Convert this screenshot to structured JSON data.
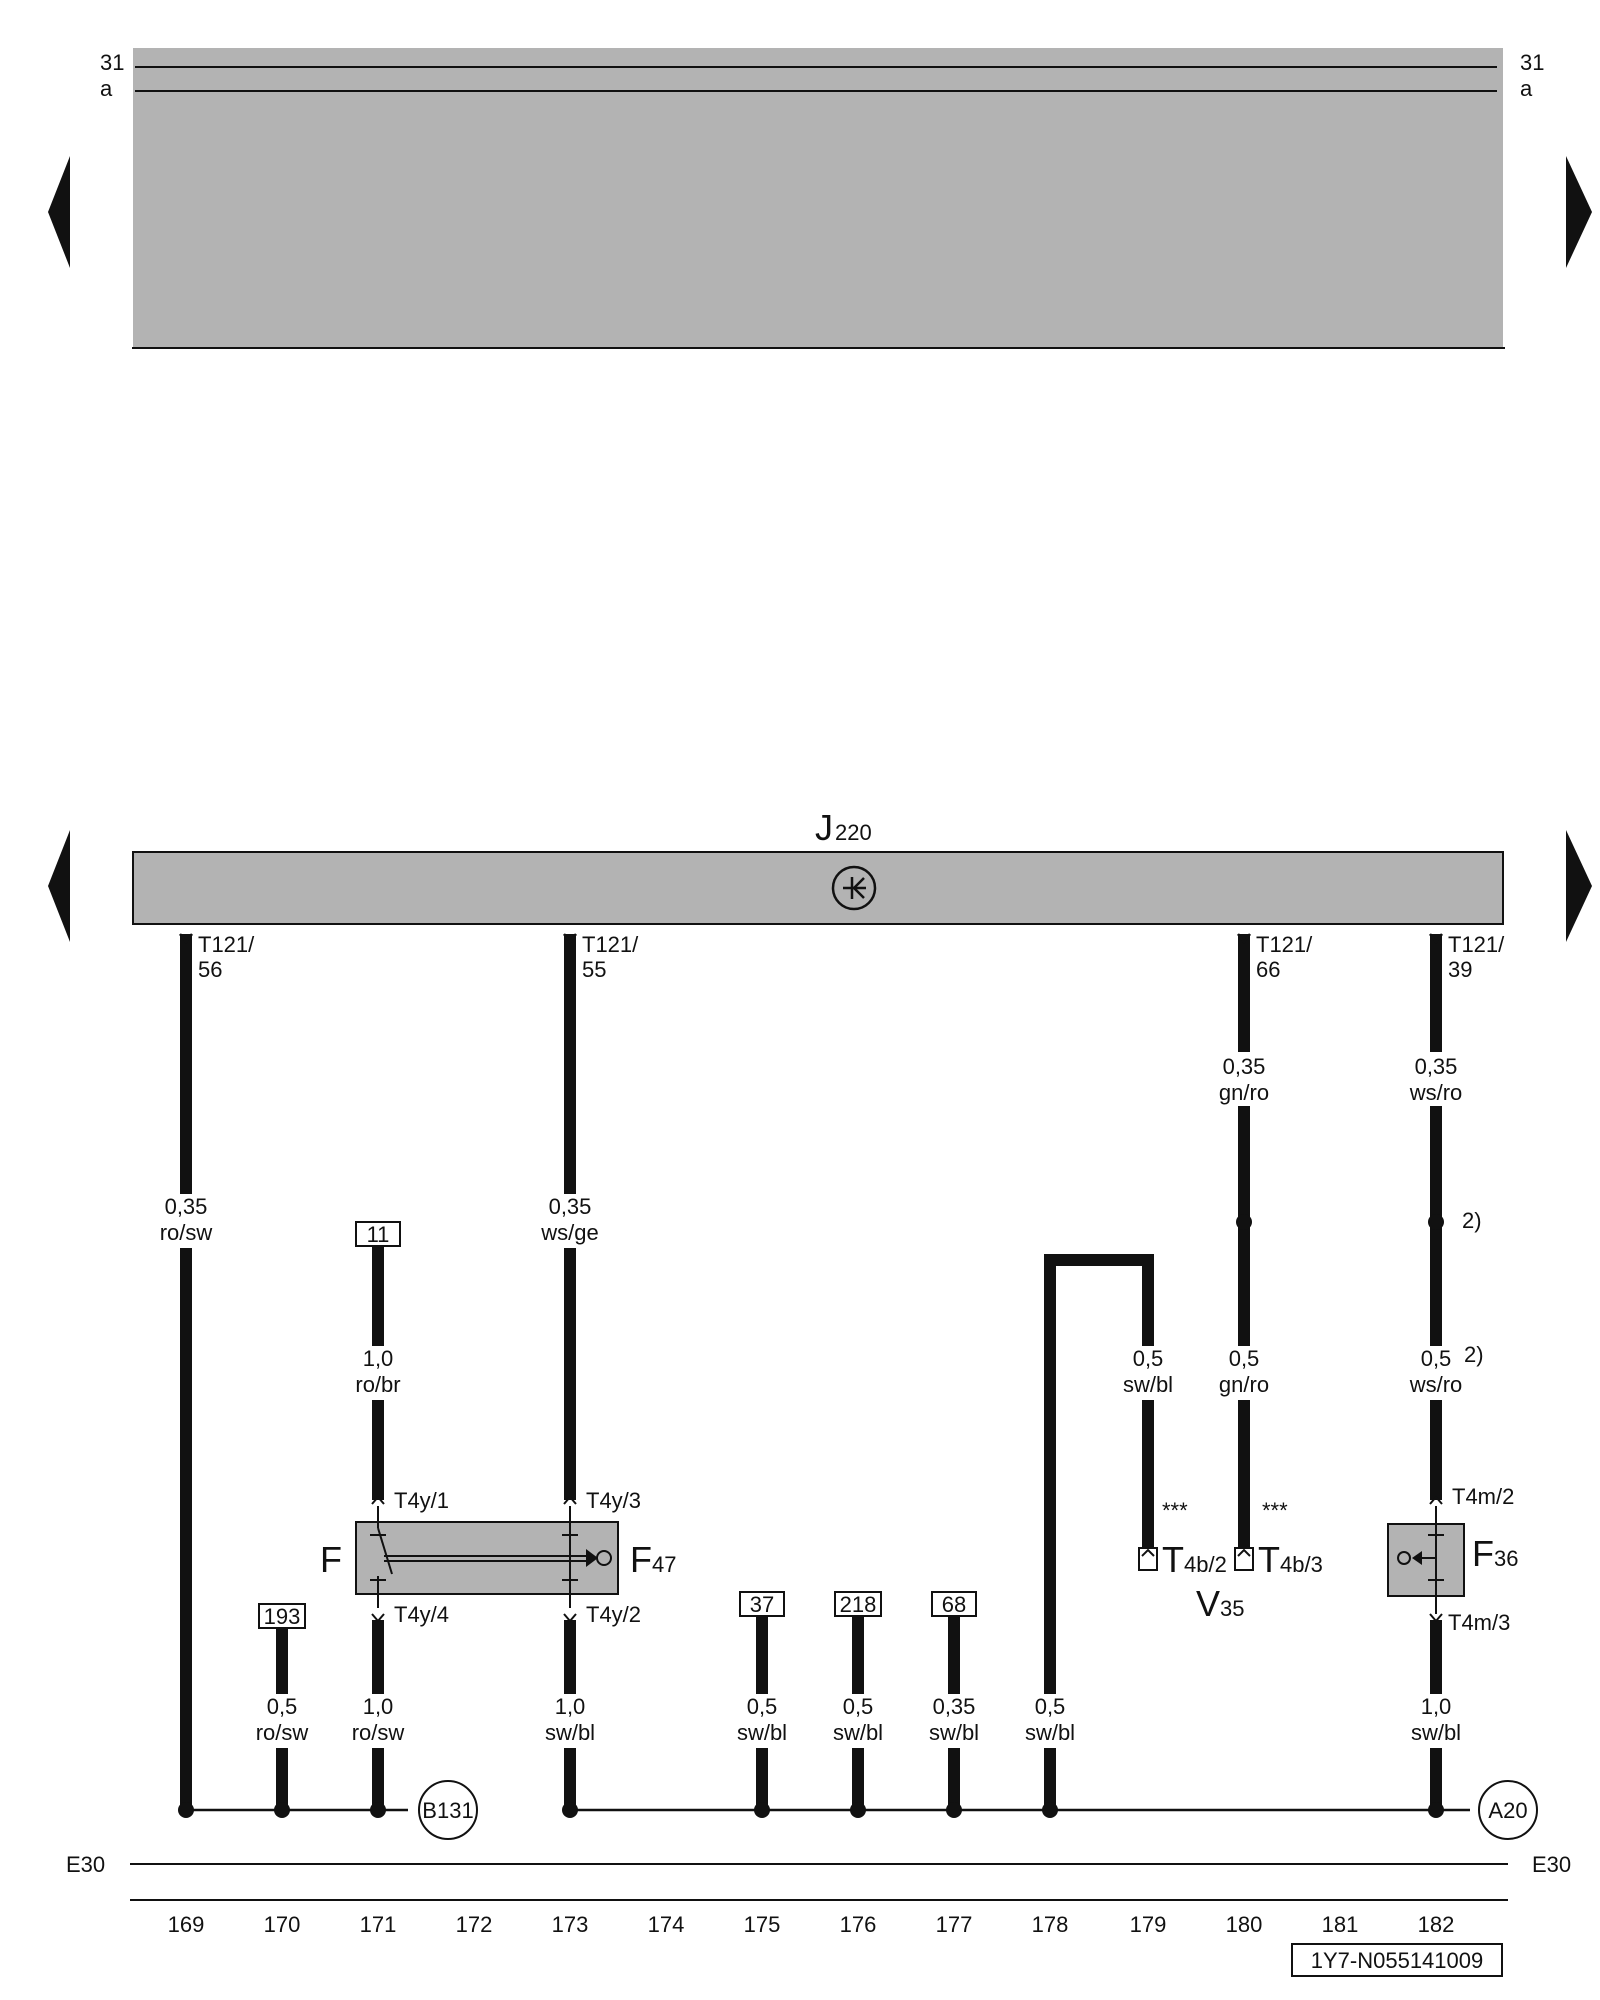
{
  "top_rail": {
    "left_labels": [
      "31",
      "a"
    ],
    "right_labels": [
      "31",
      "a"
    ]
  },
  "unit": {
    "designator": "J",
    "sub": "220"
  },
  "pins_top": [
    {
      "pin": "T121/",
      "num": "56"
    },
    {
      "pin": "T121/",
      "num": "55"
    },
    {
      "pin": "T121/",
      "num": "66"
    },
    {
      "pin": "T121/",
      "num": "39"
    }
  ],
  "wires": {
    "w169_upper": {
      "gauge": "0,35",
      "color": "ro/sw"
    },
    "w173_upper": {
      "gauge": "0,35",
      "color": "ws/ge"
    },
    "w180_upper": {
      "gauge": "0,35",
      "color": "gn/ro"
    },
    "w182_upper": {
      "gauge": "0,35",
      "color": "ws/ro"
    },
    "w171_upper": {
      "gauge": "1,0",
      "color": "ro/br"
    },
    "w179_upper": {
      "gauge": "0,5",
      "color": "sw/bl"
    },
    "w180_mid": {
      "gauge": "0,5",
      "color": "gn/ro"
    },
    "w182_mid": {
      "gauge": "0,5",
      "color": "ws/ro"
    },
    "w170_lower": {
      "gauge": "0,5",
      "color": "ro/sw"
    },
    "w171_lower": {
      "gauge": "1,0",
      "color": "ro/sw"
    },
    "w173_lower": {
      "gauge": "1,0",
      "color": "sw/bl"
    },
    "w175_lower": {
      "gauge": "0,5",
      "color": "sw/bl"
    },
    "w176_lower": {
      "gauge": "0,5",
      "color": "sw/bl"
    },
    "w177_lower": {
      "gauge": "0,35",
      "color": "sw/bl"
    },
    "w178_lower": {
      "gauge": "0,5",
      "color": "sw/bl"
    },
    "w182_lower": {
      "gauge": "1,0",
      "color": "sw/bl"
    }
  },
  "refs": {
    "r11": "11",
    "r193": "193",
    "r37": "37",
    "r218": "218",
    "r68": "68"
  },
  "footnotes": {
    "fn2a": "2)",
    "fn2b": "2)",
    "star1": "***",
    "star2": "***"
  },
  "connectors": {
    "t4y1": "T4y/1",
    "t4y3": "T4y/3",
    "t4y4": "T4y/4",
    "t4y2": "T4y/2",
    "t4m2": "T4m/2",
    "t4m3": "T4m/3",
    "t4b2_main": "T",
    "t4b2_sub": "4b/2",
    "t4b3_main": "T",
    "t4b3_sub": "4b/3"
  },
  "components": {
    "f_label": "F",
    "f47_main": "F",
    "f47_sub": "47",
    "f36_main": "F",
    "f36_sub": "36",
    "v35_main": "V",
    "v35_sub": "35"
  },
  "ground_points": {
    "b131": "B131",
    "a20": "A20"
  },
  "bus": {
    "left": "E30",
    "right": "E30"
  },
  "tracks": [
    "169",
    "170",
    "171",
    "172",
    "173",
    "174",
    "175",
    "176",
    "177",
    "178",
    "179",
    "180",
    "181",
    "182"
  ],
  "doc_id": "1Y7-N055141009"
}
